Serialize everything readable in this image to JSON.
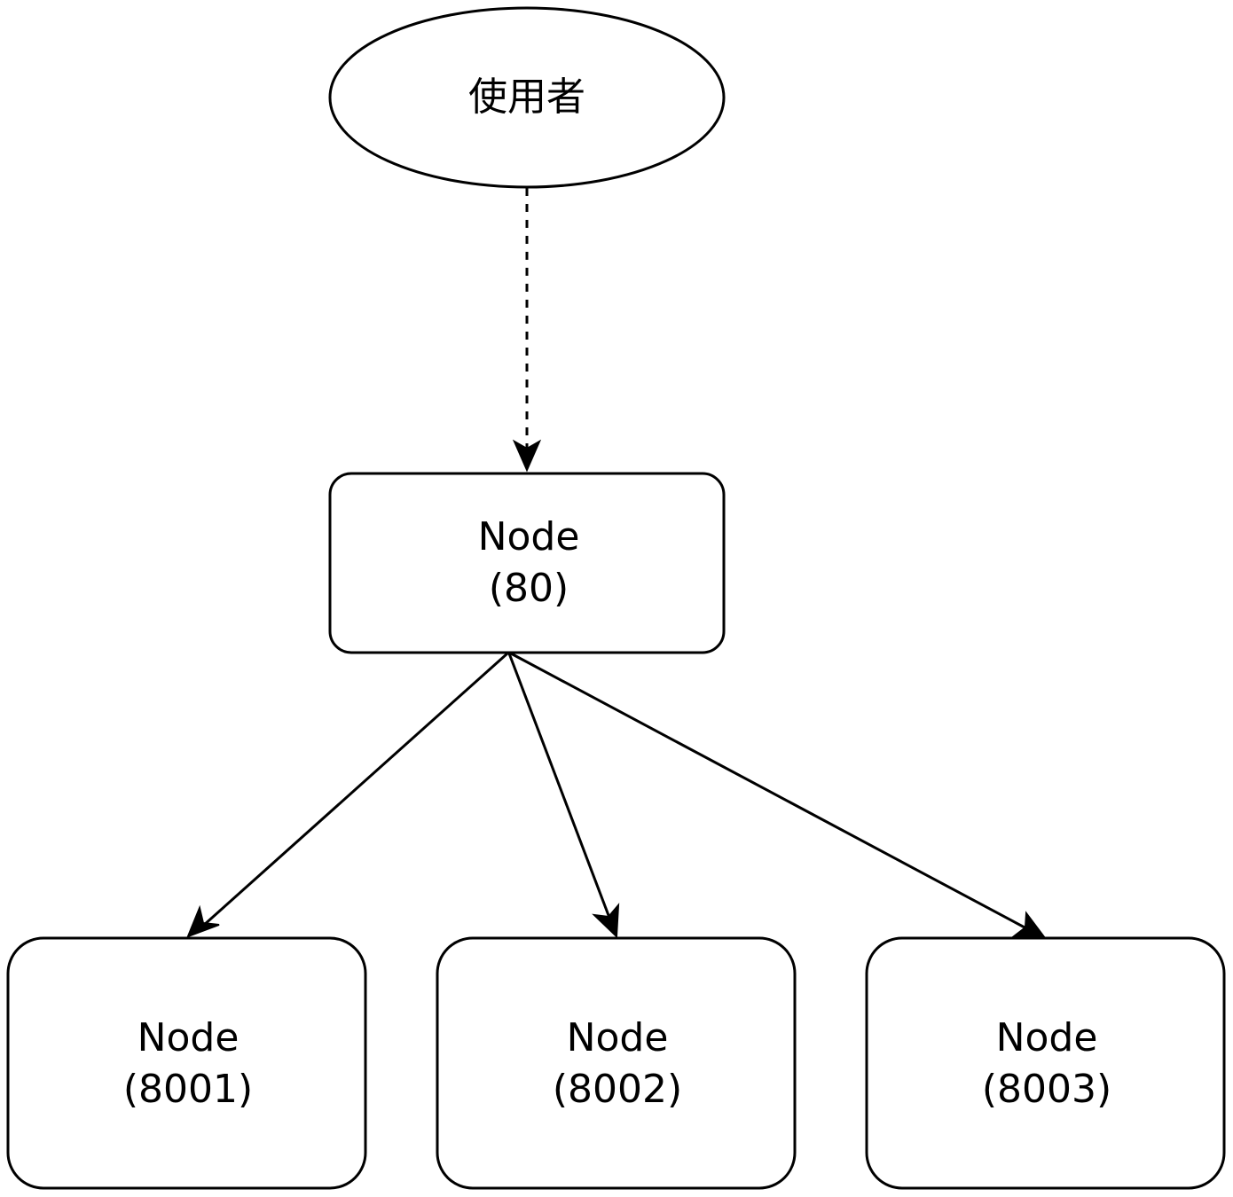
{
  "nodes": {
    "user": {
      "label": "使用者"
    },
    "lb": {
      "line1": "Node",
      "line2": "(80)"
    },
    "n8001": {
      "line1": "Node",
      "line2": "(8001)"
    },
    "n8002": {
      "line1": "Node",
      "line2": "(8002)"
    },
    "n8003": {
      "line1": "Node",
      "line2": "(8003)"
    }
  },
  "edges": [
    {
      "from": "user",
      "to": "lb",
      "style": "dashed"
    },
    {
      "from": "lb",
      "to": "n8001",
      "style": "solid"
    },
    {
      "from": "lb",
      "to": "n8002",
      "style": "solid"
    },
    {
      "from": "lb",
      "to": "n8003",
      "style": "solid"
    }
  ]
}
